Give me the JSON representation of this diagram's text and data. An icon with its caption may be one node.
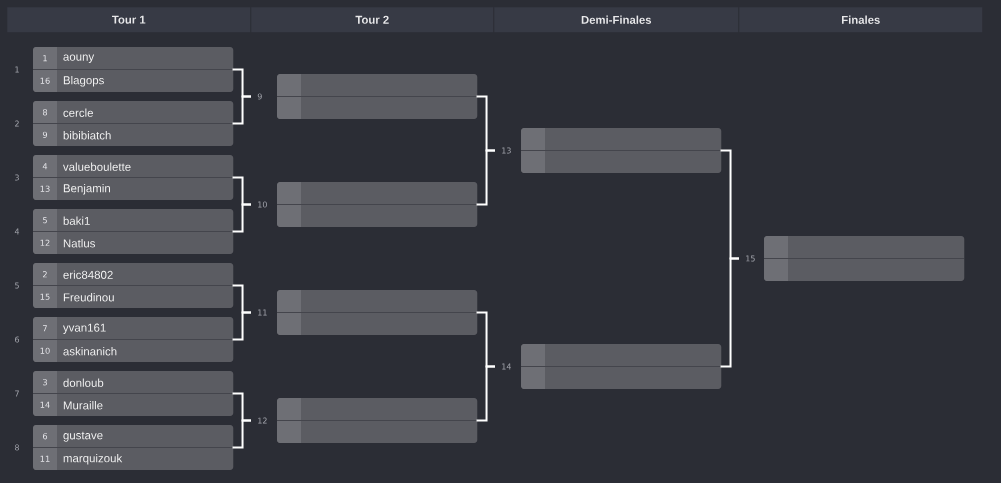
{
  "diagram": {
    "nodes": [
      {
        "text": [
          "Tour 1"
        ]
      },
      {
        "text": [
          "Tour 2"
        ]
      },
      {
        "text": [
          "Demi-Finales"
        ]
      },
      {
        "text": [
          "Finales"
        ]
      },
      {
        "text": [
          "1",
          "aouny",
          "16",
          "Blagops"
        ],
        "beside": [
          "1"
        ]
      },
      {
        "text": [
          "8",
          "cercle",
          "9",
          "bibibiatch"
        ],
        "beside": [
          "2"
        ]
      },
      {
        "text": [
          "4",
          "valueboulette",
          "13",
          "Benjamin"
        ],
        "beside": [
          "3"
        ]
      },
      {
        "text": [
          "5",
          "baki1",
          "12",
          "Natlus"
        ],
        "beside": [
          "4"
        ]
      },
      {
        "text": [
          "2",
          "eric84802",
          "15",
          "Freudinou"
        ],
        "beside": [
          "5"
        ]
      },
      {
        "text": [
          "7",
          "yvan161",
          "10",
          "askinanich"
        ],
        "beside": [
          "6"
        ]
      },
      {
        "text": [
          "3",
          "donloub",
          "14",
          "Muraille"
        ],
        "beside": [
          "7"
        ]
      },
      {
        "text": [
          "6",
          "gustave",
          "11",
          "marquizouk"
        ],
        "beside": [
          "8"
        ]
      },
      {
        "text": [],
        "shape": "box",
        "beside": [
          "9"
        ]
      },
      {
        "text": [],
        "shape": "box",
        "beside": [
          "10"
        ]
      },
      {
        "text": [],
        "shape": "box",
        "beside": [
          "11"
        ]
      },
      {
        "text": [],
        "shape": "box",
        "beside": [
          "12"
        ]
      },
      {
        "text": [],
        "shape": "box",
        "beside": [
          "13"
        ]
      },
      {
        "text": [],
        "shape": "box",
        "beside": [
          "14"
        ]
      },
      {
        "text": [],
        "shape": "box",
        "beside": [
          "15"
        ]
      }
    ],
    "edges": [
      {
        "from": 4,
        "to": 12,
        "arrow": "none"
      },
      {
        "from": 5,
        "to": 12,
        "arrow": "none"
      },
      {
        "from": 6,
        "to": 13,
        "arrow": "none"
      },
      {
        "from": 7,
        "to": 13,
        "arrow": "none"
      },
      {
        "from": 8,
        "to": 14,
        "arrow": "none"
      },
      {
        "from": 9,
        "to": 14,
        "arrow": "none"
      },
      {
        "from": 10,
        "to": 15,
        "arrow": "none"
      },
      {
        "from": 11,
        "to": 15,
        "arrow": "none"
      },
      {
        "from": 12,
        "to": 16,
        "arrow": "none"
      },
      {
        "from": 13,
        "to": 16,
        "arrow": "none"
      },
      {
        "from": 14,
        "to": 17,
        "arrow": "none"
      },
      {
        "from": 15,
        "to": 17,
        "arrow": "none"
      },
      {
        "from": 16,
        "to": 18,
        "arrow": "none"
      },
      {
        "from": 17,
        "to": 18,
        "arrow": "none"
      }
    ]
  }
}
